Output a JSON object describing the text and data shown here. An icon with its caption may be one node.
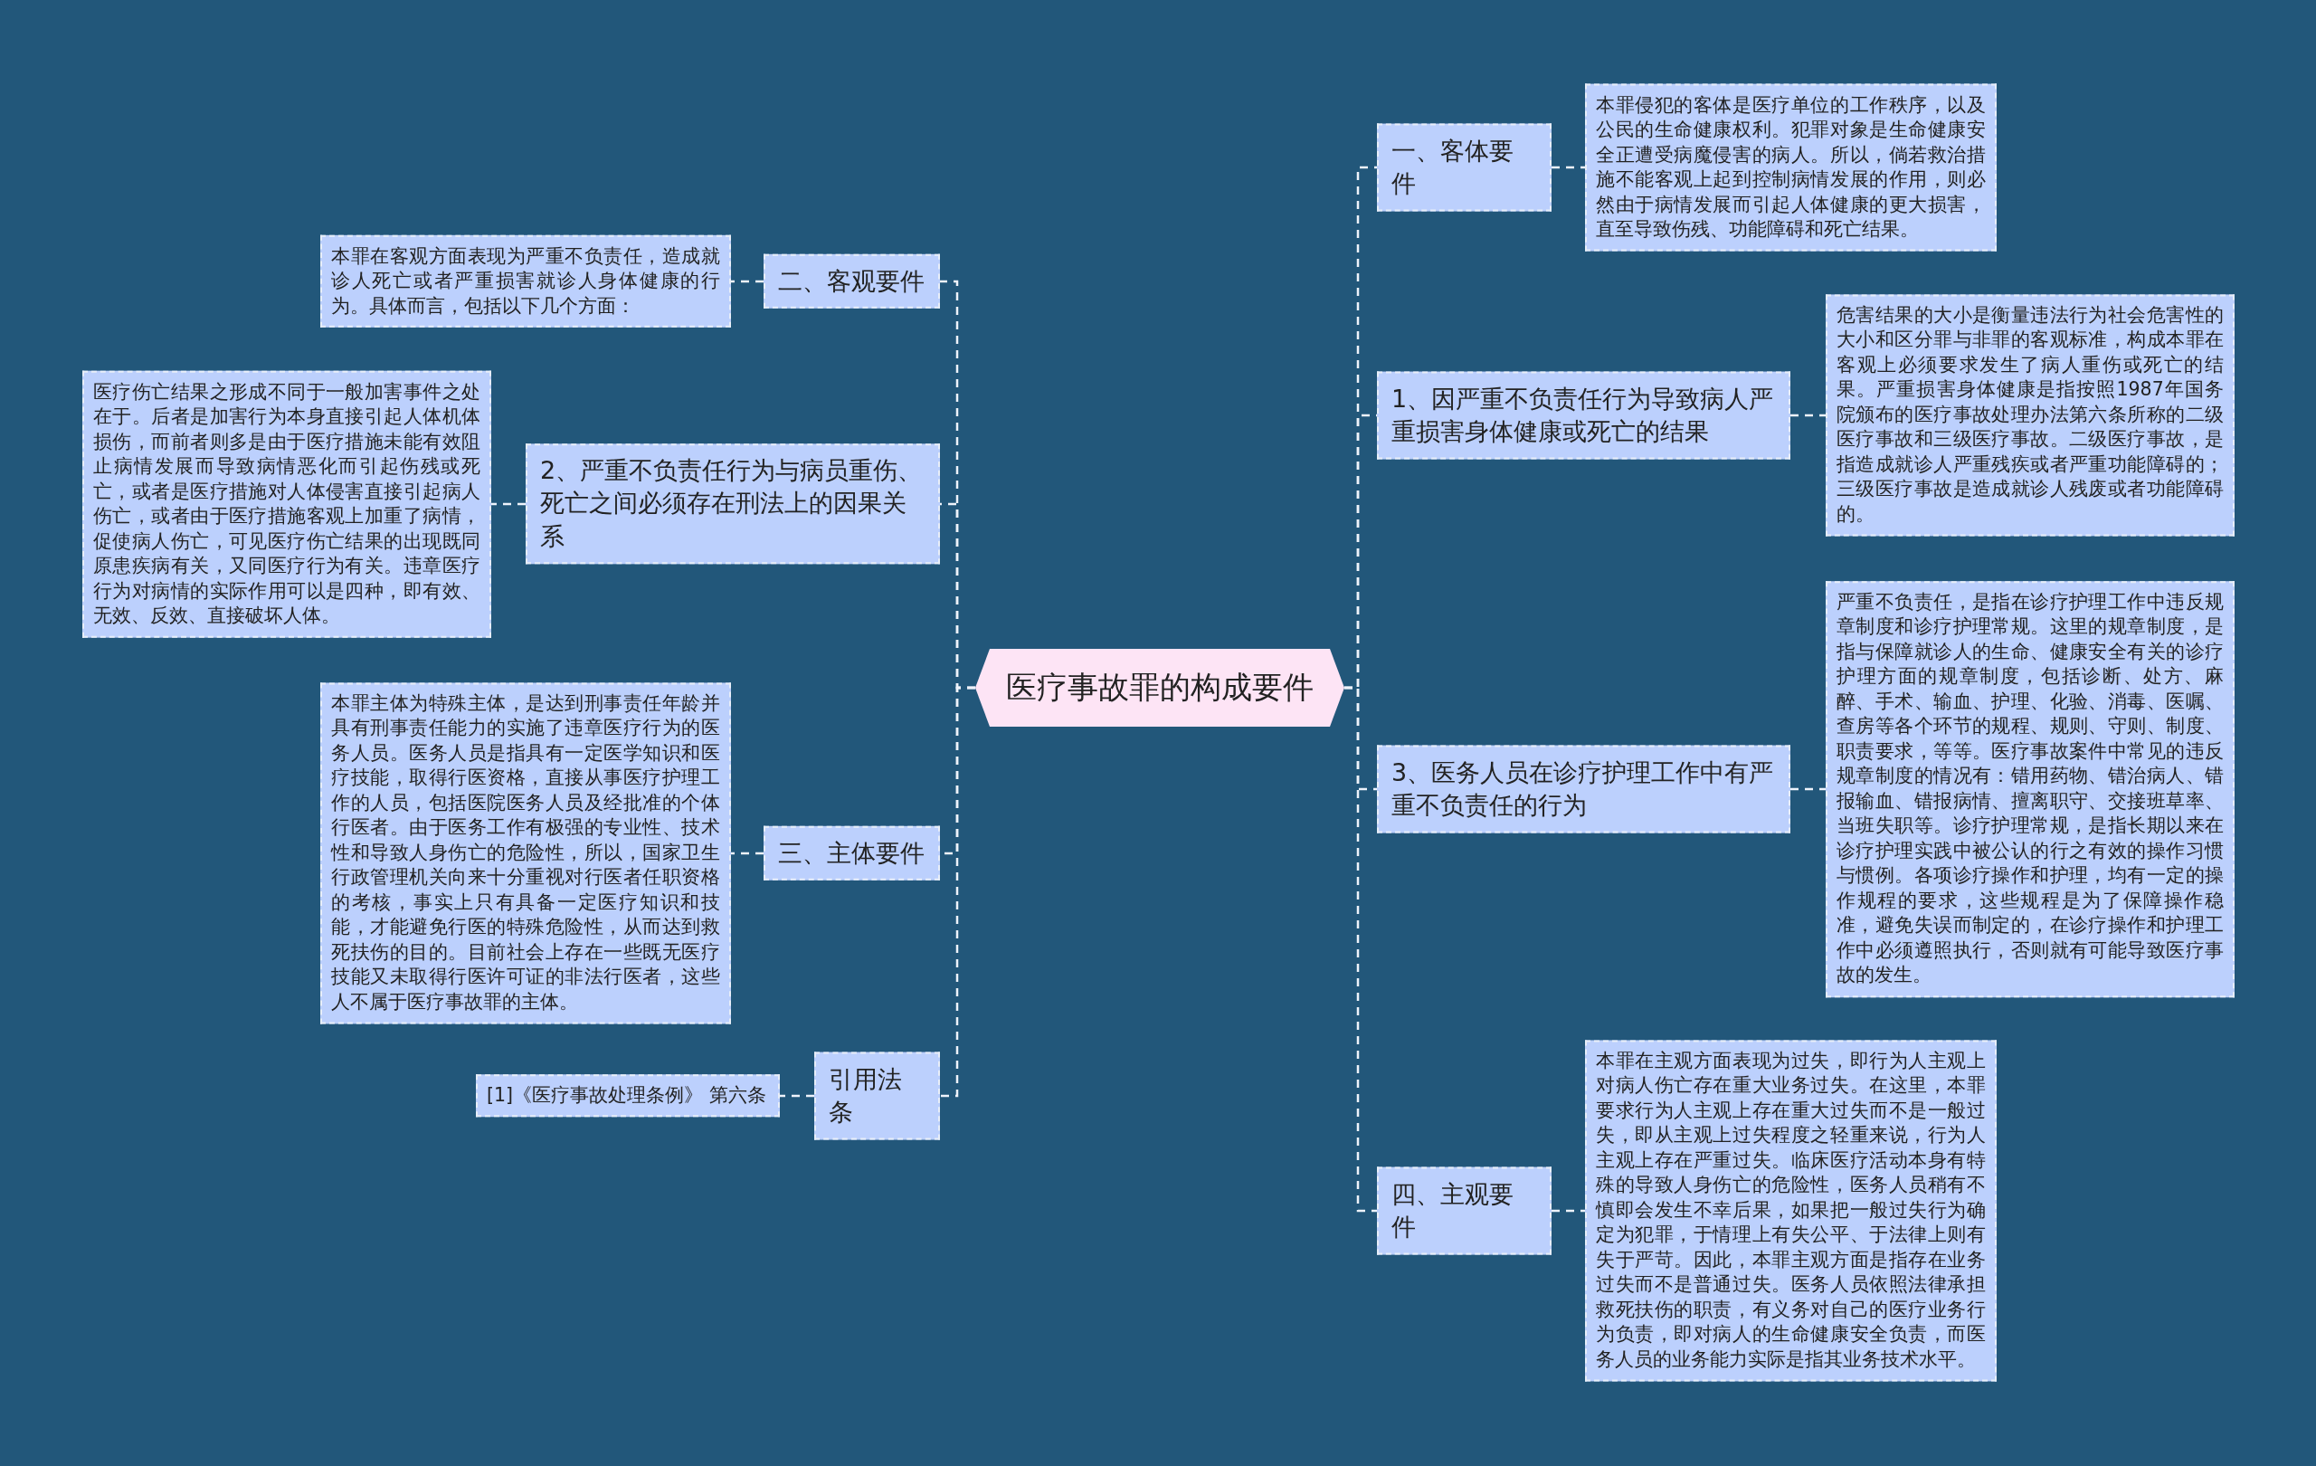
{
  "diagram": {
    "nodes": [
      {
        "text": [
          "医疗事故罪的构成要件"
        ]
      },
      {
        "text": [
          "一、客体要件"
        ]
      },
      {
        "text": [
          "本罪侵犯的客体是医疗单位的工作秩序，以及公民的生命健康权利。犯罪对象是生命健康安全正遭受病魔侵害的病人。所以，倘若救治措施不能客观上起到控制病情发展的作用，则必然由于病情发展而引起人体健康的更大损害，直至导致伤残、功能障碍和死亡结果。"
        ]
      },
      {
        "text": [
          "1、因严重不负责任行为导致病人严重损害身体健康或死亡的结果"
        ]
      },
      {
        "text": [
          "危害结果的大小是衡量违法行为社会危害性的大小和区分罪与非罪的客观标准，构成本罪在客观上必须要求发生了病人重伤或死亡的结果。严重损害身体健康是指按照1987年国务院颁布的医疗事故处理办法第六条所称的二级医疗事故和三级医疗事故。二级医疗事故，是指造成就诊人严重残疾或者严重功能障碍的；三级医疗事故是造成就诊人残废或者功能障碍的。"
        ]
      },
      {
        "text": [
          "3、医务人员在诊疗护理工作中有严重不负责任的行为"
        ]
      },
      {
        "text": [
          "严重不负责任，是指在诊疗护理工作中违反规章制度和诊疗护理常规。这里的规章制度，是指与保障就诊人的生命、健康安全有关的诊疗护理方面的规章制度，包括诊断、处方、麻醉、手术、输血、护理、化验、消毒、医嘱、查房等各个环节的规程、规则、守则、制度、职责要求，等等。医疗事故案件中常见的违反规章制度的情况有：错用药物、错治病人、错报输血、错报病情、擅离职守、交接班草率、当班失职等。诊疗护理常规，是指长期以来在诊疗护理实践中被公认的行之有效的操作习惯与惯例。各项诊疗操作和护理，均有一定的操作规程的要求，这些规程是为了保障操作稳准，避免失误而制定的，在诊疗操作和护理工作中必须遵照执行，否则就有可能导致医疗事故的发生。"
        ]
      },
      {
        "text": [
          "四、主观要件"
        ]
      },
      {
        "text": [
          "本罪在主观方面表现为过失，即行为人主观上对病人伤亡存在重大业务过失。在这里，本罪要求行为人主观上存在重大过失而不是一般过失，即从主观上过失程度之轻重来说，行为人主观上存在严重过失。临床医疗活动本身有特殊的导致人身伤亡的危险性，医务人员稍有不慎即会发生不幸后果，如果把一般过失行为确定为犯罪，于情理上有失公平、于法律上则有失于严苛。因此，本罪主观方面是指存在业务过失而不是普通过失。医务人员依照法律承担救死扶伤的职责，有义务对自己的医疗业务行为负责，即对病人的生命健康安全负责，而医务人员的业务能力实际是指其业务技术水平。"
        ]
      },
      {
        "text": [
          "二、客观要件"
        ]
      },
      {
        "text": [
          "本罪在客观方面表现为严重不负责任，造成就诊人死亡或者严重损害就诊人身体健康的行为。具体而言，包括以下几个方面："
        ]
      },
      {
        "text": [
          "2、严重不负责任行为与病员重伤、死亡之间必须存在刑法上的因果关系"
        ]
      },
      {
        "text": [
          "医疗伤亡结果之形成不同于一般加害事件之处在于。后者是加害行为本身直接引起人体机体损伤，而前者则多是由于医疗措施未能有效阻止病情发展而导致病情恶化而引起伤残或死亡，或者是医疗措施对人体侵害直接引起病人伤亡，或者由于医疗措施客观上加重了病情，促使病人伤亡，可见医疗伤亡结果的出现既同原患疾病有关，又同医疗行为有关。违章医疗行为对病情的实际作用可以是四种，即有效、无效、反效、直接破坏人体。"
        ]
      },
      {
        "text": [
          "三、主体要件"
        ]
      },
      {
        "text": [
          "本罪主体为特殊主体，是达到刑事责任年龄并具有刑事责任能力的实施了违章医疗行为的医务人员。医务人员是指具有一定医学知识和医疗技能，取得行医资格，直接从事医疗护理工作的人员，包括医院医务人员及经批准的个体行医者。由于医务工作有极强的专业性、技术性和导致人身伤亡的危险性，所以，国家卫生行政管理机关向来十分重视对行医者任职资格的考核，事实上只有具备一定医疗知识和技能，才能避免行医的特殊危险性，从而达到救死扶伤的目的。目前社会上存在一些既无医疗技能又未取得行医许可证的非法行医者，这些人不属于医疗事故罪的主体。"
        ]
      },
      {
        "text": [
          "引用法条"
        ]
      },
      {
        "text": [
          "[1]《医疗事故处理条例》 第六条"
        ]
      }
    ],
    "edges": [
      {
        "from": 0,
        "to": 1,
        "arrow": "none",
        "style": "dashed"
      },
      {
        "from": 1,
        "to": 2,
        "arrow": "none",
        "style": "dashed"
      },
      {
        "from": 0,
        "to": 3,
        "arrow": "none",
        "style": "dashed"
      },
      {
        "from": 3,
        "to": 4,
        "arrow": "none",
        "style": "dashed"
      },
      {
        "from": 0,
        "to": 5,
        "arrow": "none",
        "style": "dashed"
      },
      {
        "from": 5,
        "to": 6,
        "arrow": "none",
        "style": "dashed"
      },
      {
        "from": 0,
        "to": 7,
        "arrow": "none",
        "style": "dashed"
      },
      {
        "from": 7,
        "to": 8,
        "arrow": "none",
        "style": "dashed"
      },
      {
        "from": 0,
        "to": 9,
        "arrow": "none",
        "style": "dashed"
      },
      {
        "from": 9,
        "to": 10,
        "arrow": "none",
        "style": "dashed"
      },
      {
        "from": 0,
        "to": 11,
        "arrow": "none",
        "style": "dashed"
      },
      {
        "from": 11,
        "to": 12,
        "arrow": "none",
        "style": "dashed"
      },
      {
        "from": 0,
        "to": 13,
        "arrow": "none",
        "style": "dashed"
      },
      {
        "from": 13,
        "to": 14,
        "arrow": "none",
        "style": "dashed"
      },
      {
        "from": 0,
        "to": 15,
        "arrow": "none",
        "style": "dashed"
      },
      {
        "from": 15,
        "to": 16,
        "arrow": "none",
        "style": "dashed"
      }
    ]
  }
}
